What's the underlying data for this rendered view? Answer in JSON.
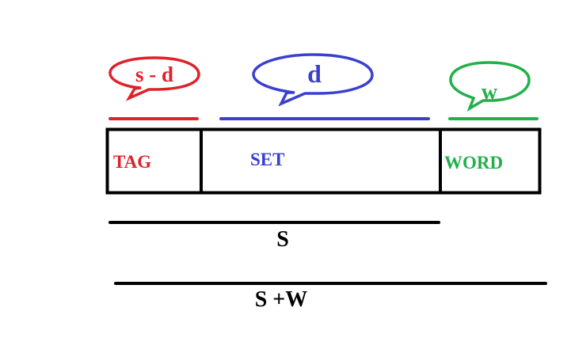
{
  "colors": {
    "tag": "#e0202a",
    "set": "#3a3fd0",
    "word": "#22b04a",
    "ink": "#000000"
  },
  "bubbles": {
    "tag": {
      "text": "s - d"
    },
    "set": {
      "text": "d"
    },
    "word": {
      "text": "w"
    }
  },
  "fields": {
    "tag": {
      "text": "TAG"
    },
    "set": {
      "text": "SET"
    },
    "word": {
      "text": "WORD"
    }
  },
  "spans": {
    "s": {
      "text": "S"
    },
    "s_plus_w": {
      "text": "S +W"
    }
  }
}
